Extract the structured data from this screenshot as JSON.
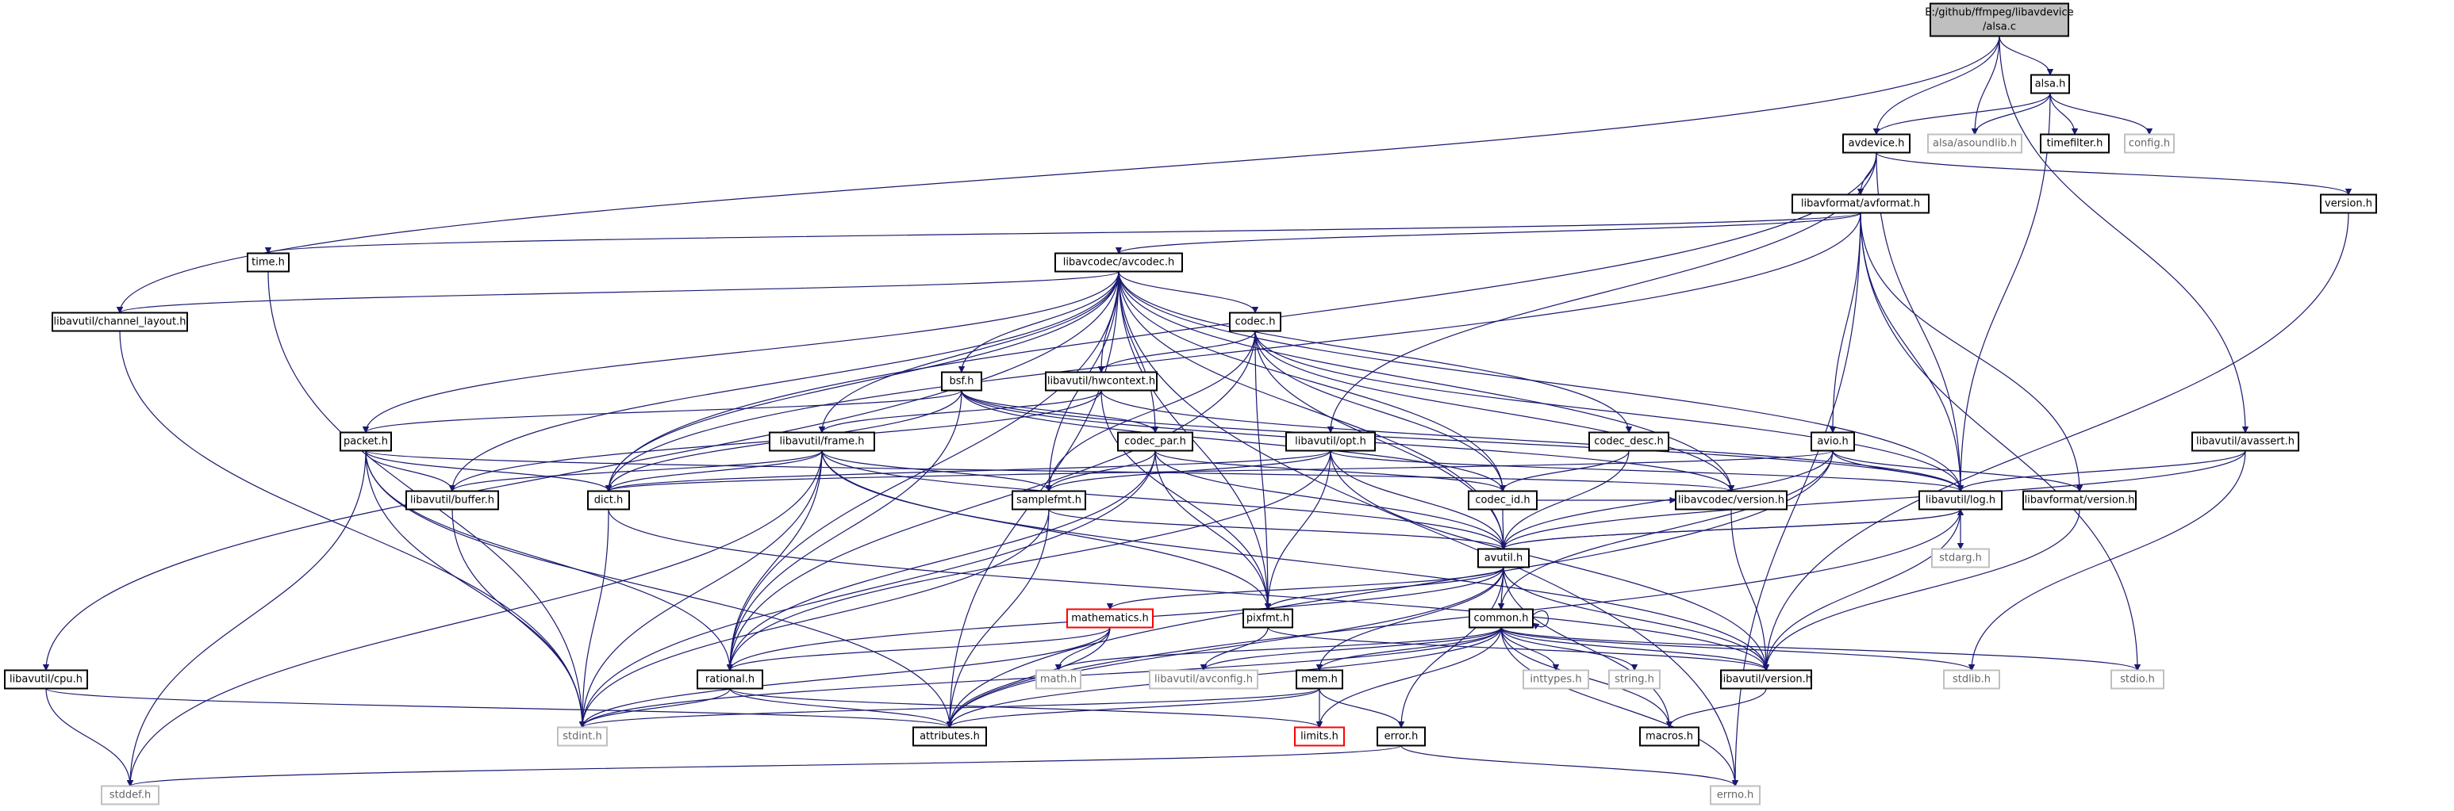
{
  "graph": {
    "root": "alsa_c",
    "colors": {
      "edge": "#191970",
      "node_border": "#000000",
      "missing_border": "#bfbfbf",
      "doc_error_border": "#ff0000",
      "root_fill": "#bfbfbf",
      "node_fill": "#ffffff",
      "text": "#000000",
      "missing_text": "#666666"
    },
    "nodes": [
      {
        "id": "alsa_c",
        "lines": [
          "E:/github/ffmpeg/libavdevice",
          "/alsa.c"
        ],
        "kind": "root"
      },
      {
        "id": "alsa_h",
        "lines": [
          "alsa.h"
        ],
        "kind": "normal"
      },
      {
        "id": "avdevice_h",
        "lines": [
          "avdevice.h"
        ],
        "kind": "normal"
      },
      {
        "id": "asoundlib_h",
        "lines": [
          "alsa/asoundlib.h"
        ],
        "kind": "missing"
      },
      {
        "id": "timefilter_h",
        "lines": [
          "timefilter.h"
        ],
        "kind": "normal"
      },
      {
        "id": "config_h",
        "lines": [
          "config.h"
        ],
        "kind": "missing"
      },
      {
        "id": "avformat_h",
        "lines": [
          "libavformat/avformat.h"
        ],
        "kind": "normal"
      },
      {
        "id": "version_h",
        "lines": [
          "version.h"
        ],
        "kind": "normal"
      },
      {
        "id": "time_h",
        "lines": [
          "time.h"
        ],
        "kind": "normal"
      },
      {
        "id": "avcodec_h",
        "lines": [
          "libavcodec/avcodec.h"
        ],
        "kind": "normal"
      },
      {
        "id": "channel_layout_h",
        "lines": [
          "libavutil/channel_layout.h"
        ],
        "kind": "normal"
      },
      {
        "id": "codec_h",
        "lines": [
          "codec.h"
        ],
        "kind": "normal"
      },
      {
        "id": "bsf_h",
        "lines": [
          "bsf.h"
        ],
        "kind": "normal"
      },
      {
        "id": "hwcontext_h",
        "lines": [
          "libavutil/hwcontext.h"
        ],
        "kind": "normal"
      },
      {
        "id": "packet_h",
        "lines": [
          "packet.h"
        ],
        "kind": "normal"
      },
      {
        "id": "frame_h",
        "lines": [
          "libavutil/frame.h"
        ],
        "kind": "normal"
      },
      {
        "id": "codec_par_h",
        "lines": [
          "codec_par.h"
        ],
        "kind": "normal"
      },
      {
        "id": "opt_h",
        "lines": [
          "libavutil/opt.h"
        ],
        "kind": "normal"
      },
      {
        "id": "codec_desc_h",
        "lines": [
          "codec_desc.h"
        ],
        "kind": "normal"
      },
      {
        "id": "avio_h",
        "lines": [
          "avio.h"
        ],
        "kind": "normal"
      },
      {
        "id": "avassert_h",
        "lines": [
          "libavutil/avassert.h"
        ],
        "kind": "normal"
      },
      {
        "id": "buffer_h",
        "lines": [
          "libavutil/buffer.h"
        ],
        "kind": "normal"
      },
      {
        "id": "dict_h",
        "lines": [
          "dict.h"
        ],
        "kind": "normal"
      },
      {
        "id": "samplefmt_h",
        "lines": [
          "samplefmt.h"
        ],
        "kind": "normal"
      },
      {
        "id": "codec_id_h",
        "lines": [
          "codec_id.h"
        ],
        "kind": "normal"
      },
      {
        "id": "avcodec_version_h",
        "lines": [
          "libavcodec/version.h"
        ],
        "kind": "normal"
      },
      {
        "id": "log_h",
        "lines": [
          "libavutil/log.h"
        ],
        "kind": "normal"
      },
      {
        "id": "avformat_version_h",
        "lines": [
          "libavformat/version.h"
        ],
        "kind": "normal"
      },
      {
        "id": "avutil_h",
        "lines": [
          "avutil.h"
        ],
        "kind": "normal"
      },
      {
        "id": "stdarg_h",
        "lines": [
          "stdarg.h"
        ],
        "kind": "missing"
      },
      {
        "id": "mathematics_h",
        "lines": [
          "mathematics.h"
        ],
        "kind": "error"
      },
      {
        "id": "pixfmt_h",
        "lines": [
          "pixfmt.h"
        ],
        "kind": "normal"
      },
      {
        "id": "common_h",
        "lines": [
          "common.h"
        ],
        "kind": "normal"
      },
      {
        "id": "cpu_h",
        "lines": [
          "libavutil/cpu.h"
        ],
        "kind": "normal"
      },
      {
        "id": "rational_h",
        "lines": [
          "rational.h"
        ],
        "kind": "normal"
      },
      {
        "id": "math_h",
        "lines": [
          "math.h"
        ],
        "kind": "missing"
      },
      {
        "id": "avconfig_h",
        "lines": [
          "libavutil/avconfig.h"
        ],
        "kind": "missing"
      },
      {
        "id": "mem_h",
        "lines": [
          "mem.h"
        ],
        "kind": "normal"
      },
      {
        "id": "inttypes_h",
        "lines": [
          "inttypes.h"
        ],
        "kind": "missing"
      },
      {
        "id": "string_h",
        "lines": [
          "string.h"
        ],
        "kind": "missing"
      },
      {
        "id": "avutil_version_h",
        "lines": [
          "libavutil/version.h"
        ],
        "kind": "normal"
      },
      {
        "id": "stdlib_h",
        "lines": [
          "stdlib.h"
        ],
        "kind": "missing"
      },
      {
        "id": "stdio_h",
        "lines": [
          "stdio.h"
        ],
        "kind": "missing"
      },
      {
        "id": "stdint_h",
        "lines": [
          "stdint.h"
        ],
        "kind": "missing"
      },
      {
        "id": "attributes_h",
        "lines": [
          "attributes.h"
        ],
        "kind": "normal"
      },
      {
        "id": "limits_h",
        "lines": [
          "limits.h"
        ],
        "kind": "error"
      },
      {
        "id": "error_h",
        "lines": [
          "error.h"
        ],
        "kind": "normal"
      },
      {
        "id": "macros_h",
        "lines": [
          "macros.h"
        ],
        "kind": "normal"
      },
      {
        "id": "stddef_h",
        "lines": [
          "stddef.h"
        ],
        "kind": "missing"
      },
      {
        "id": "errno_h",
        "lines": [
          "errno.h"
        ],
        "kind": "missing"
      }
    ],
    "edges": [
      [
        "alsa_c",
        "alsa_h"
      ],
      [
        "alsa_c",
        "avdevice_h"
      ],
      [
        "alsa_c",
        "asoundlib_h"
      ],
      [
        "alsa_c",
        "channel_layout_h"
      ],
      [
        "alsa_c",
        "avassert_h"
      ],
      [
        "alsa_h",
        "avdevice_h"
      ],
      [
        "alsa_h",
        "asoundlib_h"
      ],
      [
        "alsa_h",
        "timefilter_h"
      ],
      [
        "alsa_h",
        "config_h"
      ],
      [
        "alsa_h",
        "log_h"
      ],
      [
        "avdevice_h",
        "avformat_h"
      ],
      [
        "avdevice_h",
        "version_h"
      ],
      [
        "avdevice_h",
        "log_h"
      ],
      [
        "avdevice_h",
        "opt_h"
      ],
      [
        "avdevice_h",
        "dict_h"
      ],
      [
        "version_h",
        "avutil_version_h"
      ],
      [
        "avformat_h",
        "time_h"
      ],
      [
        "avformat_h",
        "avcodec_h"
      ],
      [
        "avformat_h",
        "avio_h"
      ],
      [
        "avformat_h",
        "avformat_version_h"
      ],
      [
        "avformat_h",
        "log_h"
      ],
      [
        "avformat_h",
        "dict_h"
      ],
      [
        "avformat_h",
        "stdio_h"
      ],
      [
        "avformat_h",
        "errno_h"
      ],
      [
        "time_h",
        "stdint_h"
      ],
      [
        "avcodec_h",
        "channel_layout_h"
      ],
      [
        "avcodec_h",
        "codec_h"
      ],
      [
        "avcodec_h",
        "bsf_h"
      ],
      [
        "avcodec_h",
        "hwcontext_h"
      ],
      [
        "avcodec_h",
        "packet_h"
      ],
      [
        "avcodec_h",
        "frame_h"
      ],
      [
        "avcodec_h",
        "codec_par_h"
      ],
      [
        "avcodec_h",
        "codec_desc_h"
      ],
      [
        "avcodec_h",
        "buffer_h"
      ],
      [
        "avcodec_h",
        "dict_h"
      ],
      [
        "avcodec_h",
        "samplefmt_h"
      ],
      [
        "avcodec_h",
        "codec_id_h"
      ],
      [
        "avcodec_h",
        "avcodec_version_h"
      ],
      [
        "avcodec_h",
        "log_h"
      ],
      [
        "avcodec_h",
        "avutil_h"
      ],
      [
        "avcodec_h",
        "pixfmt_h"
      ],
      [
        "avcodec_h",
        "cpu_h"
      ],
      [
        "avcodec_h",
        "rational_h"
      ],
      [
        "avcodec_h",
        "attributes_h"
      ],
      [
        "avcodec_h",
        "errno_h"
      ],
      [
        "channel_layout_h",
        "stdint_h"
      ],
      [
        "codec_h",
        "hwcontext_h"
      ],
      [
        "codec_h",
        "log_h"
      ],
      [
        "codec_h",
        "codec_id_h"
      ],
      [
        "codec_h",
        "avcodec_version_h"
      ],
      [
        "codec_h",
        "samplefmt_h"
      ],
      [
        "codec_h",
        "pixfmt_h"
      ],
      [
        "codec_h",
        "rational_h"
      ],
      [
        "codec_h",
        "avutil_h"
      ],
      [
        "bsf_h",
        "packet_h"
      ],
      [
        "bsf_h",
        "codec_par_h"
      ],
      [
        "bsf_h",
        "codec_id_h"
      ],
      [
        "bsf_h",
        "dict_h"
      ],
      [
        "bsf_h",
        "log_h"
      ],
      [
        "bsf_h",
        "rational_h"
      ],
      [
        "bsf_h",
        "avcodec_version_h"
      ],
      [
        "hwcontext_h",
        "frame_h"
      ],
      [
        "hwcontext_h",
        "buffer_h"
      ],
      [
        "hwcontext_h",
        "pixfmt_h"
      ],
      [
        "hwcontext_h",
        "log_h"
      ],
      [
        "packet_h",
        "buffer_h"
      ],
      [
        "packet_h",
        "dict_h"
      ],
      [
        "packet_h",
        "rational_h"
      ],
      [
        "packet_h",
        "attributes_h"
      ],
      [
        "packet_h",
        "stdint_h"
      ],
      [
        "packet_h",
        "stddef_h"
      ],
      [
        "packet_h",
        "avcodec_version_h"
      ],
      [
        "frame_h",
        "buffer_h"
      ],
      [
        "frame_h",
        "dict_h"
      ],
      [
        "frame_h",
        "samplefmt_h"
      ],
      [
        "frame_h",
        "rational_h"
      ],
      [
        "frame_h",
        "pixfmt_h"
      ],
      [
        "frame_h",
        "avutil_h"
      ],
      [
        "frame_h",
        "avutil_version_h"
      ],
      [
        "frame_h",
        "stdint_h"
      ],
      [
        "frame_h",
        "stddef_h"
      ],
      [
        "codec_par_h",
        "codec_id_h"
      ],
      [
        "codec_par_h",
        "samplefmt_h"
      ],
      [
        "codec_par_h",
        "pixfmt_h"
      ],
      [
        "codec_par_h",
        "rational_h"
      ],
      [
        "codec_par_h",
        "avutil_h"
      ],
      [
        "codec_par_h",
        "stdint_h"
      ],
      [
        "opt_h",
        "dict_h"
      ],
      [
        "opt_h",
        "samplefmt_h"
      ],
      [
        "opt_h",
        "pixfmt_h"
      ],
      [
        "opt_h",
        "log_h"
      ],
      [
        "opt_h",
        "rational_h"
      ],
      [
        "opt_h",
        "avutil_h"
      ],
      [
        "opt_h",
        "avutil_version_h"
      ],
      [
        "codec_desc_h",
        "codec_id_h"
      ],
      [
        "codec_desc_h",
        "avutil_h"
      ],
      [
        "avio_h",
        "log_h"
      ],
      [
        "avio_h",
        "dict_h"
      ],
      [
        "avio_h",
        "avformat_version_h"
      ],
      [
        "avio_h",
        "common_h"
      ],
      [
        "avio_h",
        "avutil_h"
      ],
      [
        "avio_h",
        "attributes_h"
      ],
      [
        "avassert_h",
        "log_h"
      ],
      [
        "avassert_h",
        "avutil_h"
      ],
      [
        "avassert_h",
        "stdlib_h"
      ],
      [
        "buffer_h",
        "stdint_h"
      ],
      [
        "dict_h",
        "stdint_h"
      ],
      [
        "dict_h",
        "avutil_version_h"
      ],
      [
        "samplefmt_h",
        "avutil_h"
      ],
      [
        "samplefmt_h",
        "attributes_h"
      ],
      [
        "samplefmt_h",
        "stdint_h"
      ],
      [
        "codec_id_h",
        "avutil_h"
      ],
      [
        "codec_id_h",
        "avcodec_version_h"
      ],
      [
        "avcodec_version_h",
        "avutil_version_h"
      ],
      [
        "log_h",
        "stdarg_h"
      ],
      [
        "log_h",
        "avutil_h"
      ],
      [
        "log_h",
        "attributes_h"
      ],
      [
        "log_h",
        "avutil_version_h"
      ],
      [
        "avformat_version_h",
        "avutil_version_h"
      ],
      [
        "avutil_h",
        "common_h"
      ],
      [
        "avutil_h",
        "error_h"
      ],
      [
        "avutil_h",
        "mathematics_h"
      ],
      [
        "avutil_h",
        "rational_h"
      ],
      [
        "avutil_h",
        "avutil_version_h"
      ],
      [
        "avutil_h",
        "macros_h"
      ],
      [
        "avutil_h",
        "pixfmt_h"
      ],
      [
        "avutil_h",
        "log_h"
      ],
      [
        "avutil_h",
        "attributes_h"
      ],
      [
        "avutil_h",
        "mem_h"
      ],
      [
        "mathematics_h",
        "rational_h"
      ],
      [
        "mathematics_h",
        "attributes_h"
      ],
      [
        "mathematics_h",
        "math_h"
      ],
      [
        "mathematics_h",
        "stdint_h"
      ],
      [
        "pixfmt_h",
        "avconfig_h"
      ],
      [
        "pixfmt_h",
        "avutil_version_h"
      ],
      [
        "common_h",
        "common_h"
      ],
      [
        "common_h",
        "attributes_h"
      ],
      [
        "common_h",
        "macros_h"
      ],
      [
        "common_h",
        "avconfig_h"
      ],
      [
        "common_h",
        "inttypes_h"
      ],
      [
        "common_h",
        "string_h"
      ],
      [
        "common_h",
        "math_h"
      ],
      [
        "common_h",
        "limits_h"
      ],
      [
        "common_h",
        "stdint_h"
      ],
      [
        "common_h",
        "stdlib_h"
      ],
      [
        "common_h",
        "stdio_h"
      ],
      [
        "common_h",
        "errno_h"
      ],
      [
        "common_h",
        "mem_h"
      ],
      [
        "common_h",
        "avutil_version_h"
      ],
      [
        "cpu_h",
        "attributes_h"
      ],
      [
        "cpu_h",
        "stddef_h"
      ],
      [
        "rational_h",
        "attributes_h"
      ],
      [
        "rational_h",
        "stdint_h"
      ],
      [
        "rational_h",
        "limits_h"
      ],
      [
        "mem_h",
        "attributes_h"
      ],
      [
        "mem_h",
        "error_h"
      ],
      [
        "mem_h",
        "limits_h"
      ],
      [
        "mem_h",
        "stdint_h"
      ],
      [
        "avutil_version_h",
        "macros_h"
      ],
      [
        "error_h",
        "errno_h"
      ],
      [
        "error_h",
        "stddef_h"
      ]
    ]
  }
}
